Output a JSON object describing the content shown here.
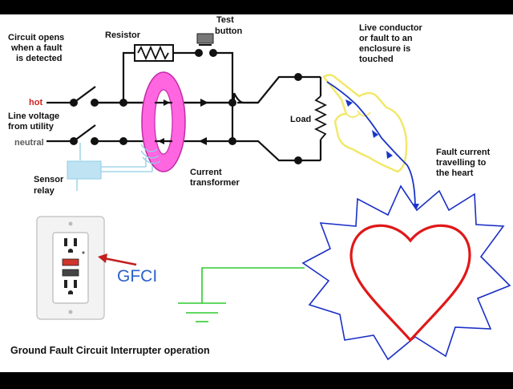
{
  "labels": {
    "circuit_opens": [
      "Circuit opens",
      "when a fault",
      "is detected"
    ],
    "resistor": "Resistor",
    "test_button": [
      "Test",
      "button"
    ],
    "live_conductor": [
      "Live conductor",
      "or fault to an",
      "enclosure is",
      "touched"
    ],
    "hot": "hot",
    "neutral": "neutral",
    "line_voltage": [
      "Line voltage",
      "from utility"
    ],
    "load": "Load",
    "sensor_relay": [
      "Sensor",
      "relay"
    ],
    "current_transformer": [
      "Current",
      "transformer"
    ],
    "fault_current": [
      "Fault current",
      "travelling to",
      "the heart"
    ],
    "gfci": "GFCI",
    "caption": "Ground Fault Circuit Interrupter operation"
  },
  "colors": {
    "hot_label": "#d42020",
    "transformer": "#ff66e0",
    "sensor": "#bfe3f2",
    "hand_outline": "#f2e86a",
    "fault_path": "#1a35c8",
    "heart": "#e01818",
    "star": "#1a2fc8",
    "ground": "#2ecc2e",
    "gfci_text": "#2a62c9",
    "arrow": "#c41e1e"
  },
  "icons": {
    "hand": "hand-icon",
    "heart": "heart-icon",
    "outlet": "gfci-outlet-icon",
    "ground": "ground-symbol-icon"
  }
}
